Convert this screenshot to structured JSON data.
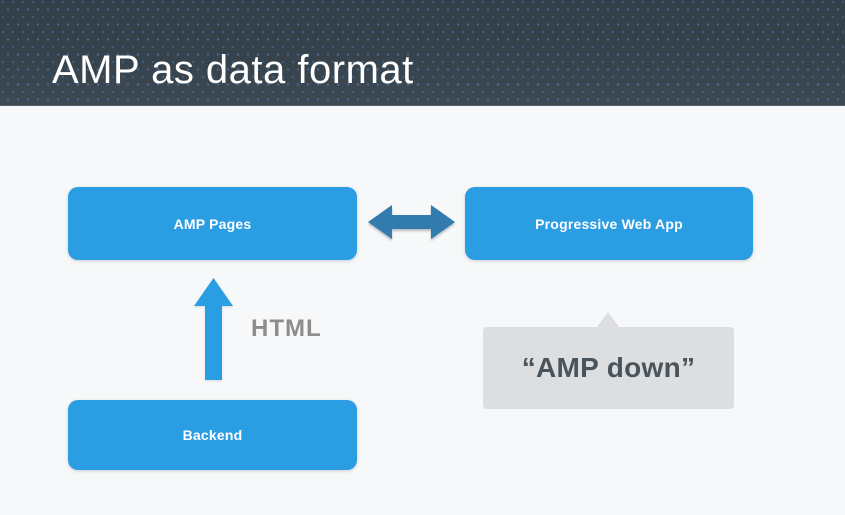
{
  "slide": {
    "title": "AMP as data format"
  },
  "diagram": {
    "nodes": [
      {
        "id": "amp-pages",
        "label": "AMP Pages"
      },
      {
        "id": "progressive-web-app",
        "label": "Progressive Web App"
      },
      {
        "id": "backend",
        "label": "Backend"
      }
    ],
    "connectors": [
      {
        "id": "amp-pwa-sync",
        "type": "bidirectional-arrow",
        "from": "AMP Pages",
        "to": "Progressive Web App"
      },
      {
        "id": "backend-to-amp",
        "type": "up-arrow",
        "from": "Backend",
        "to": "AMP Pages",
        "label": "HTML"
      }
    ],
    "edge_label": "HTML",
    "callout": {
      "text": "“AMP down”"
    }
  },
  "colors": {
    "header_background": "#36434c",
    "header_dot": "#5682c4",
    "body_background": "#f7f8f9",
    "node_blue": "#2b9de3",
    "connector_steel_blue": "#317bae",
    "edge_label_gray": "#8d8d8d",
    "callout_background": "#dcdee0",
    "callout_text": "#4a545c",
    "title_text": "#ffffff"
  }
}
